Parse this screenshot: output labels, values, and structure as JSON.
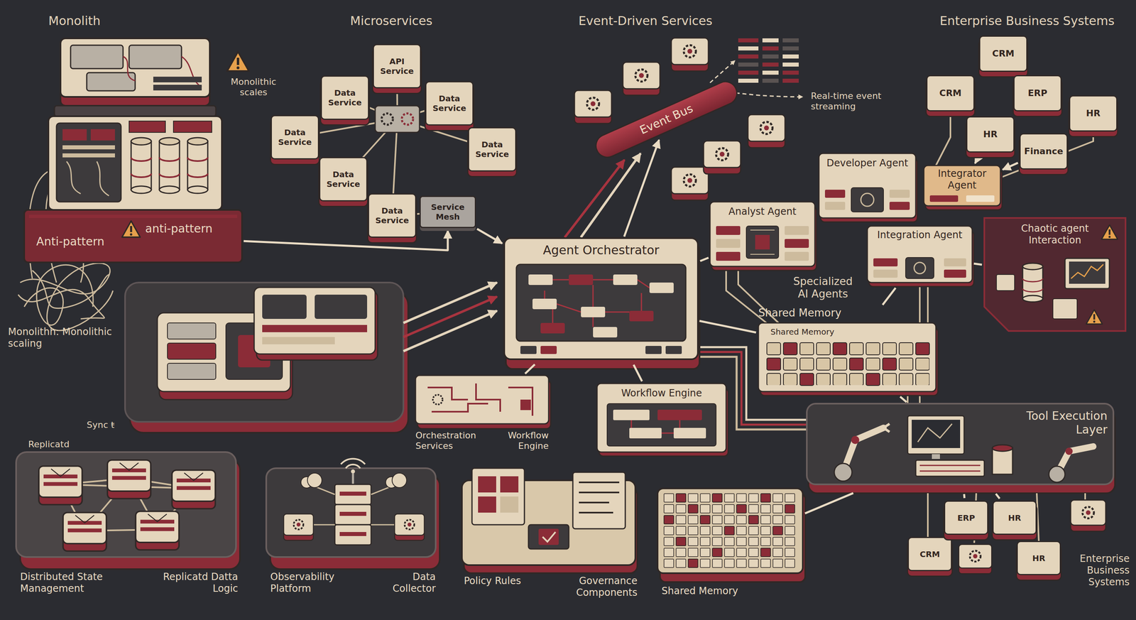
{
  "diagram": {
    "nodes": [
      {
        "text": [
          "Anti-pattern",
          "anti-pattern"
        ]
      },
      {
        "text": [
          "Data Service"
        ]
      },
      {
        "text": [
          "Data Service"
        ]
      },
      {
        "text": [
          "API Service"
        ]
      },
      {
        "text": [
          "Data Service"
        ]
      },
      {
        "text": [
          "Data Service"
        ]
      },
      {
        "text": [
          "Data Service"
        ]
      },
      {
        "text": [
          "Data Service"
        ]
      },
      {
        "text": [
          "Service Mesh"
        ]
      },
      {
        "text": [
          "Event Bus"
        ]
      },
      {
        "text": [
          "CRM"
        ]
      },
      {
        "text": [
          "CRM"
        ]
      },
      {
        "text": [
          "ERP"
        ]
      },
      {
        "text": [
          "HR"
        ]
      },
      {
        "text": [
          "HR"
        ]
      },
      {
        "text": [
          "Finance"
        ]
      },
      {
        "text": [
          "Analyst Agent"
        ]
      },
      {
        "text": [
          "Developer Agent"
        ]
      },
      {
        "text": [
          "Integrator Agent"
        ]
      },
      {
        "text": [
          "Integration Agent"
        ]
      },
      {
        "text": [
          "Chaotic agent Interaction"
        ]
      },
      {
        "text": [
          "Agent Orchestrator"
        ]
      },
      {
        "text": [
          "Shared Memory",
          "Shared Memory"
        ]
      },
      {
        "text": [
          "Orchestration Services",
          "Workflow Engine"
        ]
      },
      {
        "text": [
          "Workflow Engine"
        ]
      },
      {
        "text": [
          "Tool Execution Layer"
        ]
      },
      {
        "text": [
          "Distributed State Management",
          "Replicatd Datta Logic"
        ]
      },
      {
        "text": [
          "Observability Platform",
          "Data Collector"
        ]
      },
      {
        "text": [
          "Policy Rules",
          "Governance Components"
        ]
      },
      {
        "text": [
          "Shared Memory"
        ]
      },
      {
        "text": [
          "CRM"
        ]
      },
      {
        "text": [
          "ERP"
        ]
      },
      {
        "text": [
          "HR"
        ]
      },
      {
        "text": [
          "HR"
        ]
      }
    ],
    "edges": [
      {
        "from": 0,
        "to": 8,
        "arrow": "to"
      },
      {
        "from": 8,
        "to": 21,
        "arrow": "to"
      },
      {
        "from": 21,
        "to": 9,
        "arrow": "to"
      },
      {
        "from": 21,
        "to": 23,
        "arrow": "none"
      },
      {
        "from": 21,
        "to": 24,
        "arrow": "none"
      },
      {
        "from": 21,
        "to": 22,
        "arrow": "none"
      },
      {
        "from": 16,
        "to": 21,
        "arrow": "none"
      },
      {
        "from": 19,
        "to": 22,
        "arrow": "none"
      },
      {
        "from": 22,
        "to": 25,
        "arrow": "none"
      },
      {
        "from": 25,
        "to": 29,
        "arrow": "none"
      },
      {
        "from": 25,
        "to": 31,
        "arrow": "none"
      },
      {
        "from": 25,
        "to": 32,
        "arrow": "none"
      },
      {
        "from": 13,
        "to": 18,
        "arrow": "to"
      },
      {
        "from": 15,
        "to": 18,
        "arrow": "to"
      },
      {
        "from": 19,
        "to": 20,
        "arrow": "none"
      }
    ],
    "labels": [
      "Monolith",
      "Microservices",
      "Event-Driven Services",
      "Enterprise Business Systems",
      "Monolithic scales",
      "Monolithh: Monolithic scaling",
      "Real-time event streaming",
      "Specialized AI Agents",
      "Replicatd",
      "Sync ŧ",
      "Enterprise Business Systems"
    ]
  }
}
